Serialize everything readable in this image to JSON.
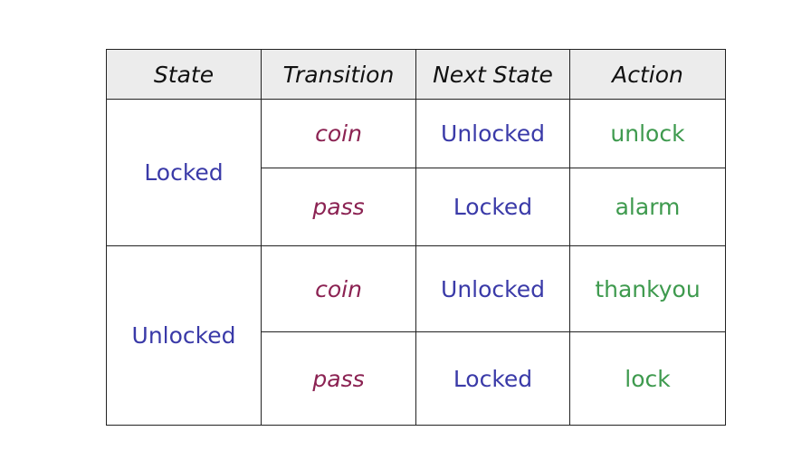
{
  "colors": {
    "state": "#3a3aa8",
    "transition": "#8b2252",
    "next_state": "#3a3aa8",
    "action": "#3e9a4e",
    "header_bg": "#ececec",
    "border": "#222222"
  },
  "table": {
    "headers": {
      "state": "State",
      "transition": "Transition",
      "next_state": "Next State",
      "action": "Action"
    },
    "groups": [
      {
        "state": "Locked",
        "rows": [
          {
            "transition": "coin",
            "next_state": "Unlocked",
            "action": "unlock"
          },
          {
            "transition": "pass",
            "next_state": "Locked",
            "action": "alarm"
          }
        ]
      },
      {
        "state": "Unlocked",
        "rows": [
          {
            "transition": "coin",
            "next_state": "Unlocked",
            "action": "thankyou"
          },
          {
            "transition": "pass",
            "next_state": "Locked",
            "action": "lock"
          }
        ]
      }
    ]
  }
}
